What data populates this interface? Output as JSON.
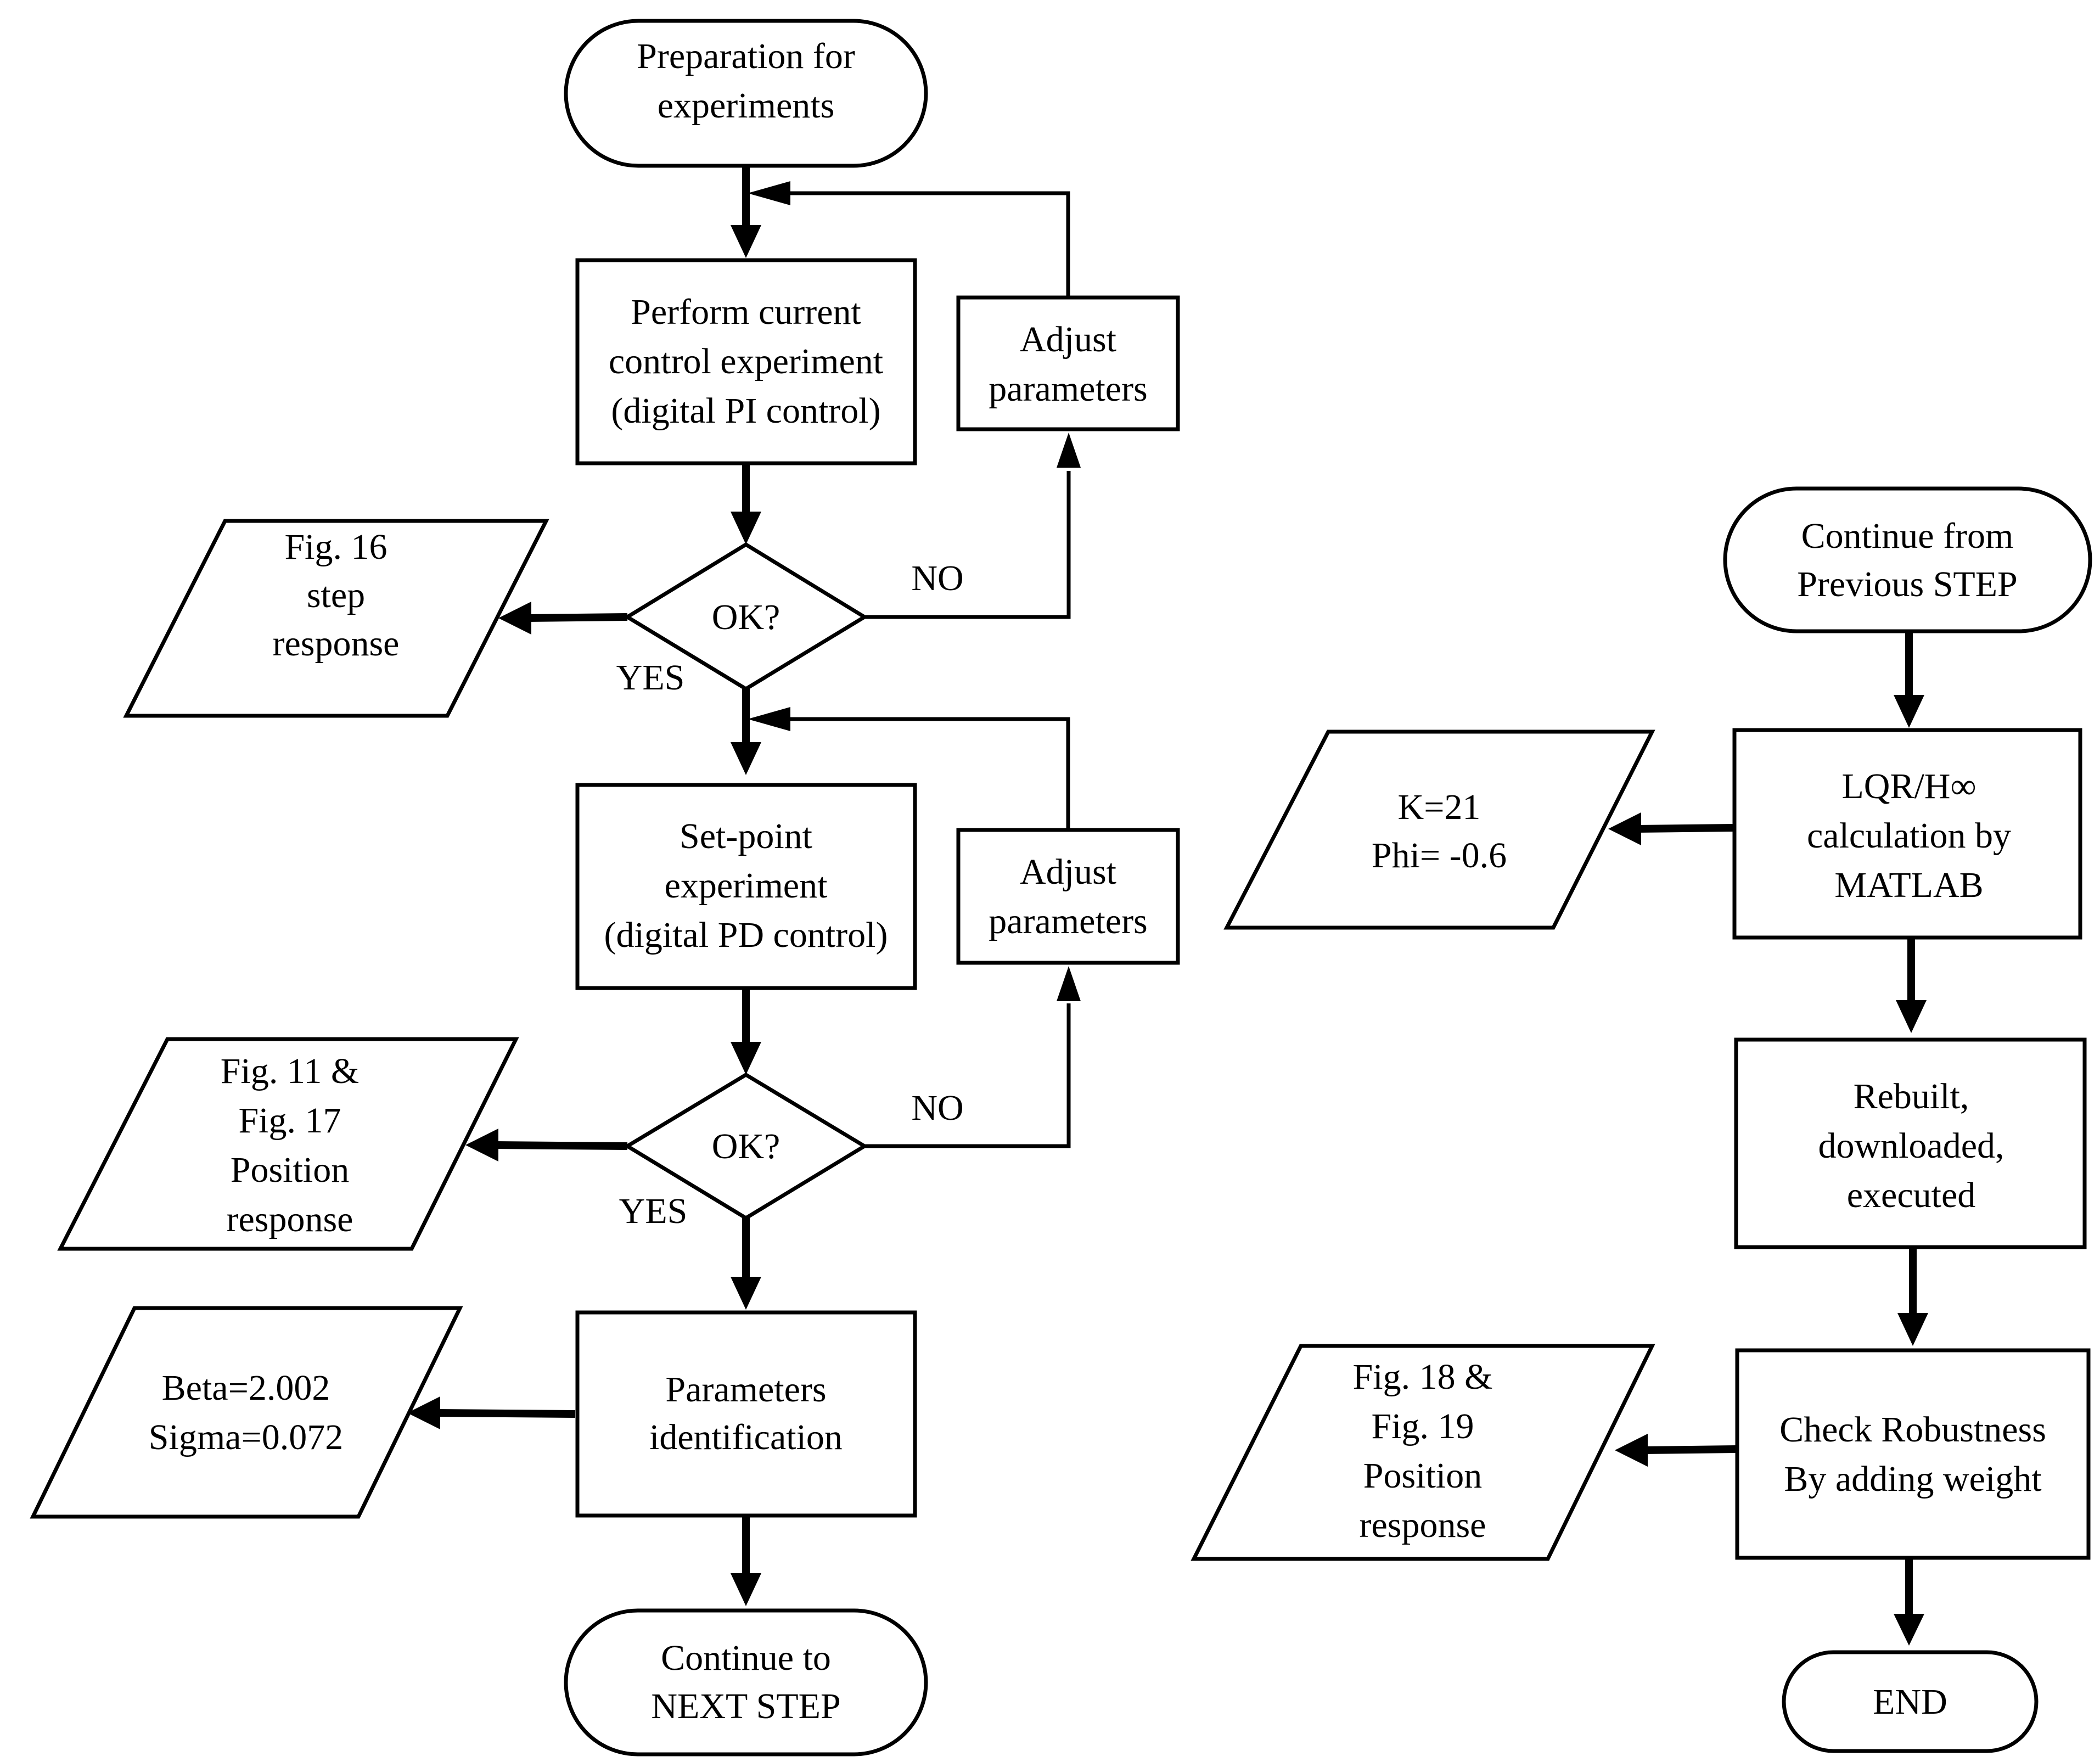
{
  "terminals": {
    "start_left": [
      "Preparation for",
      "experiments"
    ],
    "next_step": [
      "Continue to",
      "NEXT STEP"
    ],
    "start_right": [
      "Continue from",
      "Previous STEP"
    ],
    "end": [
      "END"
    ]
  },
  "processes": {
    "pi_experiment": [
      "Perform current",
      "control experiment",
      "(digital PI control)"
    ],
    "adjust_1": [
      "Adjust",
      "parameters"
    ],
    "pd_experiment": [
      "Set-point",
      "experiment",
      "(digital PD control)"
    ],
    "adjust_2": [
      "Adjust",
      "parameters"
    ],
    "param_identification": [
      "Parameters",
      "identification"
    ],
    "lqr_calc": [
      "LQR/H∞",
      "calculation by",
      "MATLAB"
    ],
    "rebuild": [
      "Rebuilt,",
      "downloaded,",
      "executed"
    ],
    "robustness": [
      "Check Robustness",
      "By adding weight"
    ]
  },
  "decisions": {
    "ok_1": "OK?",
    "ok_2": "OK?"
  },
  "io": {
    "fig16": [
      "Fig. 16",
      "step",
      "response"
    ],
    "fig11_17": [
      "Fig. 11 &",
      "Fig. 17",
      "Position",
      "response"
    ],
    "beta_sigma": [
      "Beta=2.002",
      "Sigma=0.072"
    ],
    "k_phi": [
      "K=21",
      "Phi= -0.6"
    ],
    "fig18_19": [
      "Fig. 18 &",
      "Fig. 19",
      "Position",
      "response"
    ]
  },
  "edge_labels": {
    "no_1": "NO",
    "yes_1": "YES",
    "no_2": "NO",
    "yes_2": "YES"
  }
}
